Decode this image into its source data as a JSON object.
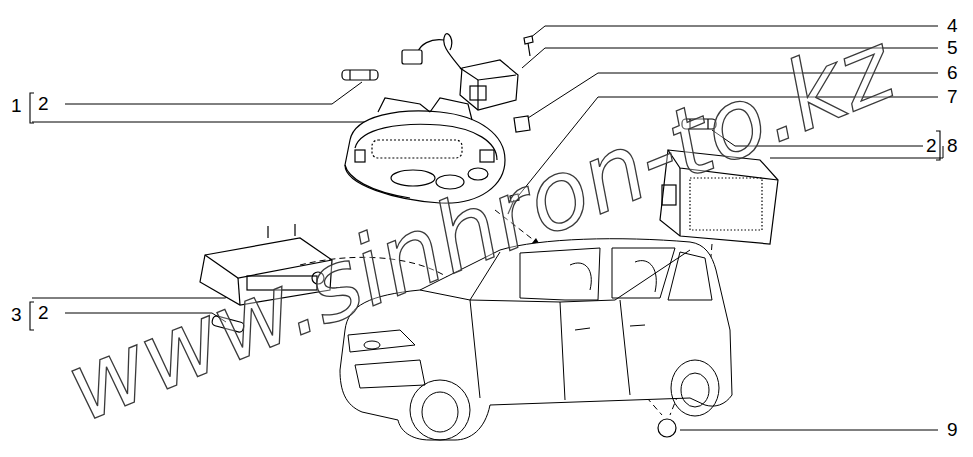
{
  "diagram": {
    "labels": [
      "4",
      "5",
      "6",
      "7",
      "1",
      "2",
      "2",
      "8",
      "3",
      "2",
      "9",
      "www.sinhron-to.kz"
    ]
  }
}
